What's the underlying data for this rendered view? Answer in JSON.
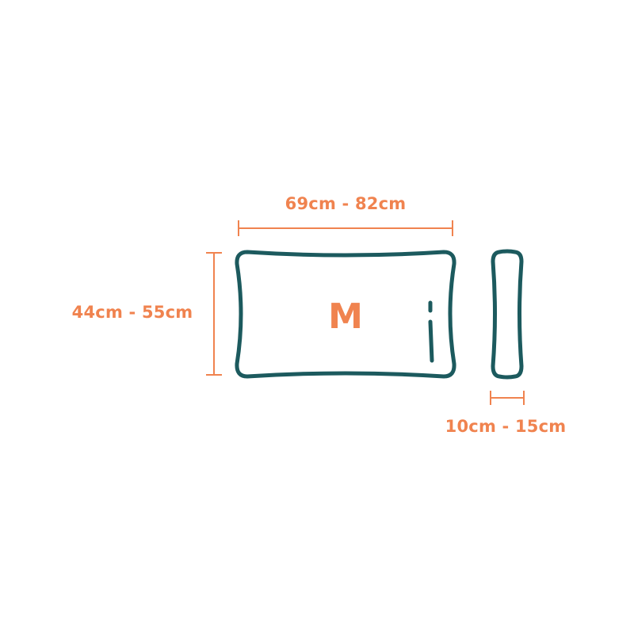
{
  "colors": {
    "accent": "#F0834F",
    "outline": "#1C5A5E",
    "background": "#FFFFFF"
  },
  "dimensions": {
    "length": "69cm - 82cm",
    "height": "44cm - 55cm",
    "depth": "10cm - 15cm"
  },
  "logo": {
    "letter": "M"
  },
  "icons": {
    "pillow_front": "pillow-front-icon",
    "pillow_side": "pillow-side-icon"
  }
}
